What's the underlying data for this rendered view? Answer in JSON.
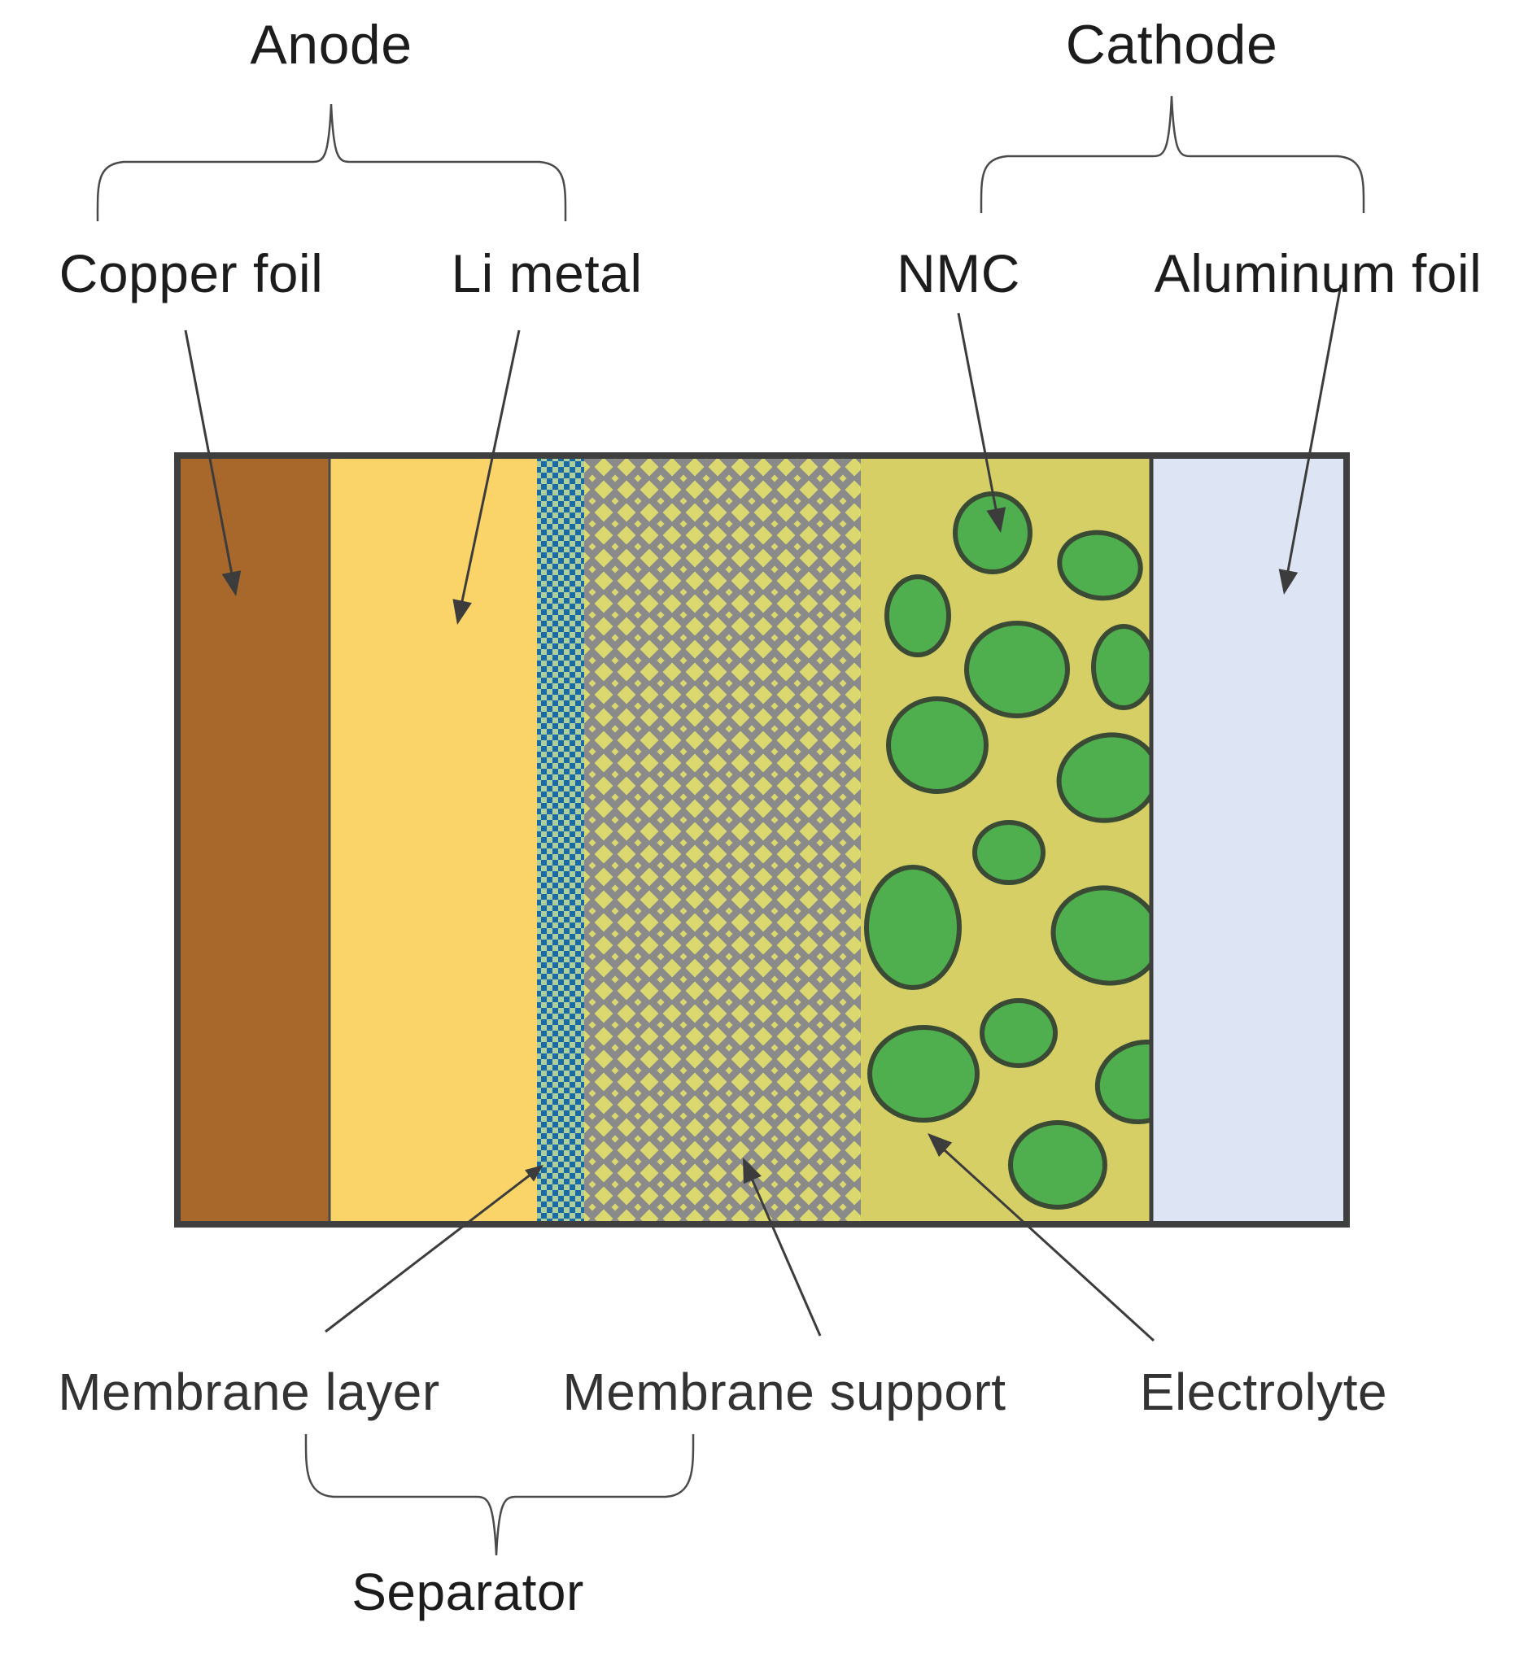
{
  "figure": {
    "type": "battery-cell-cross-section-diagram",
    "background_color": "#ffffff",
    "outline_color": "#3f3f3f",
    "annotation_line_color": "#3c3c3c",
    "top_labels": {
      "anode": "Anode",
      "cathode": "Cathode",
      "copper_foil": "Copper foil",
      "li_metal": "Li metal",
      "nmc": "NMC",
      "aluminum_foil": "Aluminum foil"
    },
    "bottom_labels": {
      "membrane_layer": "Membrane layer",
      "membrane_support": "Membrane support",
      "electrolyte": "Electrolyte",
      "separator": "Separator"
    },
    "layers": [
      {
        "id": "copper-foil",
        "label": "Copper foil",
        "group": "Anode",
        "fill": "#a8682c"
      },
      {
        "id": "li-metal",
        "label": "Li metal",
        "group": "Anode",
        "fill": "#fbd469"
      },
      {
        "id": "membrane-layer",
        "label": "Membrane layer",
        "group": "Separator",
        "pattern": "checkerboard",
        "colors": [
          "#1a6ba5",
          "#aecf9b"
        ]
      },
      {
        "id": "membrane-support",
        "label": "Membrane support",
        "group": "Separator",
        "pattern": "diamond-grid",
        "colors": [
          "#8a8a8a",
          "#dcd870"
        ]
      },
      {
        "id": "electrolyte",
        "label": "Electrolyte",
        "group": "Cathode",
        "fill": "#d5cf66",
        "particles": "NMC",
        "particle_fill": "#4fae4e",
        "particle_stroke": "#3a4a35"
      },
      {
        "id": "aluminum-foil",
        "label": "Aluminum foil",
        "group": "Cathode",
        "fill": "#dde4f3"
      }
    ]
  }
}
